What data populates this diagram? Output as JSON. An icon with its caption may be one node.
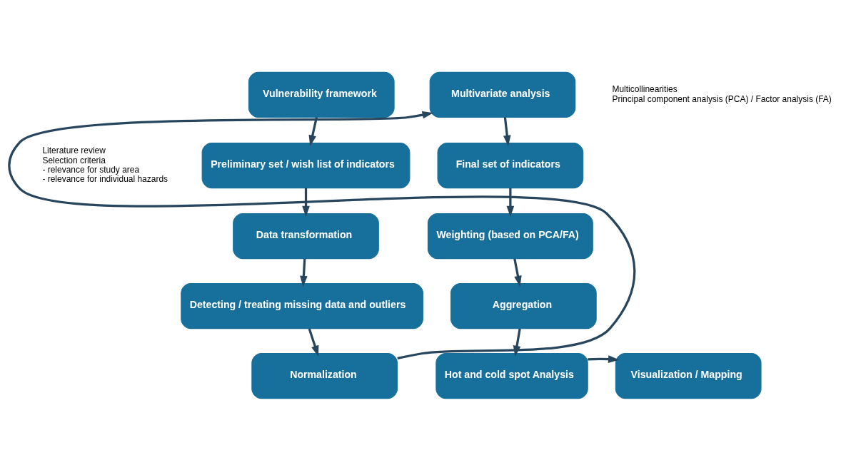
{
  "diagram": {
    "nodes": [
      {
        "text": [
          "Vulnerability framework"
        ]
      },
      {
        "text": [
          "Preliminary set / wish list of indicators"
        ],
        "beside": [
          "Literature review",
          "Selection criteria",
          "- relevance for study area",
          "- relevance for individual hazards"
        ]
      },
      {
        "text": [
          "Data transformation"
        ]
      },
      {
        "text": [
          "Detecting / treating missing data and outliers"
        ]
      },
      {
        "text": [
          "Normalization"
        ]
      },
      {
        "text": [
          "Multivariate analysis"
        ],
        "beside": [
          "Multicollinearities",
          "Principal component analysis (PCA) / Factor analysis (FA)"
        ]
      },
      {
        "text": [
          "Final set of indicators"
        ]
      },
      {
        "text": [
          "Weighting (based on PCA/FA)"
        ]
      },
      {
        "text": [
          "Aggregation"
        ]
      },
      {
        "text": [
          "Hot and cold spot Analysis"
        ]
      },
      {
        "text": [
          "Visualization / Mapping"
        ]
      }
    ],
    "edges": [
      {
        "from": 0,
        "to": 1,
        "arrow": "to"
      },
      {
        "from": 1,
        "to": 2,
        "arrow": "to"
      },
      {
        "from": 2,
        "to": 3,
        "arrow": "to"
      },
      {
        "from": 3,
        "to": 4,
        "arrow": "to"
      },
      {
        "from": 4,
        "to": 5,
        "arrow": "to"
      },
      {
        "from": 5,
        "to": 6,
        "arrow": "to"
      },
      {
        "from": 6,
        "to": 7,
        "arrow": "to"
      },
      {
        "from": 7,
        "to": 8,
        "arrow": "to"
      },
      {
        "from": 8,
        "to": 9,
        "arrow": "to"
      },
      {
        "from": 9,
        "to": 10,
        "arrow": "to"
      }
    ]
  }
}
